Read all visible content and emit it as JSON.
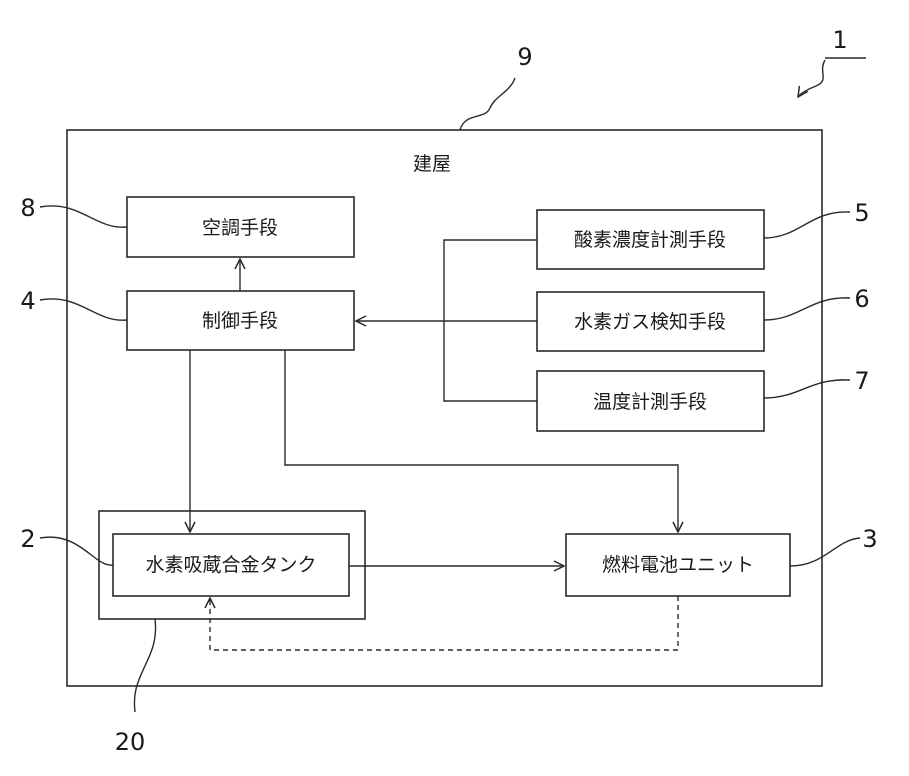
{
  "building": {
    "label": "建屋",
    "ref": "9"
  },
  "system_ref": "1",
  "blocks": {
    "aircon": {
      "label": "空調手段",
      "ref": "8"
    },
    "control": {
      "label": "制御手段",
      "ref": "4"
    },
    "oxygen": {
      "label": "酸素濃度計測手段",
      "ref": "5"
    },
    "h2_detect": {
      "label": "水素ガス検知手段",
      "ref": "6"
    },
    "temperature": {
      "label": "温度計測手段",
      "ref": "7"
    },
    "tank": {
      "label": "水素吸蔵合金タンク",
      "ref": "2"
    },
    "tank_enclosure": {
      "ref": "20"
    },
    "fuel_cell": {
      "label": "燃料電池ユニット",
      "ref": "3"
    }
  },
  "colors": {
    "stroke": "#2a2a2a",
    "text": "#1a1a1a",
    "background": "#ffffff"
  }
}
